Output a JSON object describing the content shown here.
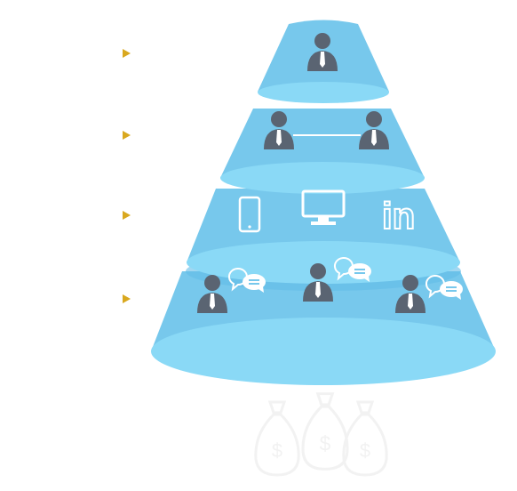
{
  "colors": {
    "tier_fill": "#77c8ec",
    "tier_rim": "#8ad9f6",
    "rim_dark": "#63bde8",
    "person": "#5a6472",
    "tie": "#ffffff",
    "icon_white": "#ffffff",
    "bullet": "#d9a81f",
    "money_bag_outline": "#f2f2f2"
  },
  "diagram": {
    "type": "funnel-pyramid",
    "tiers": [
      {
        "id": 1,
        "icons": [
          "person-icon"
        ]
      },
      {
        "id": 2,
        "icons": [
          "person-icon",
          "connection-line",
          "person-icon"
        ]
      },
      {
        "id": 3,
        "icons": [
          "smartphone-icon",
          "monitor-icon",
          "linkedin-icon"
        ]
      },
      {
        "id": 4,
        "icons": [
          "person-icon",
          "chat-bubbles-icon",
          "person-icon",
          "chat-bubbles-icon",
          "person-icon",
          "chat-bubbles-icon"
        ]
      }
    ],
    "bullets": 4,
    "footer_icon": "money-bags-icon"
  },
  "linkedin_text": "in"
}
